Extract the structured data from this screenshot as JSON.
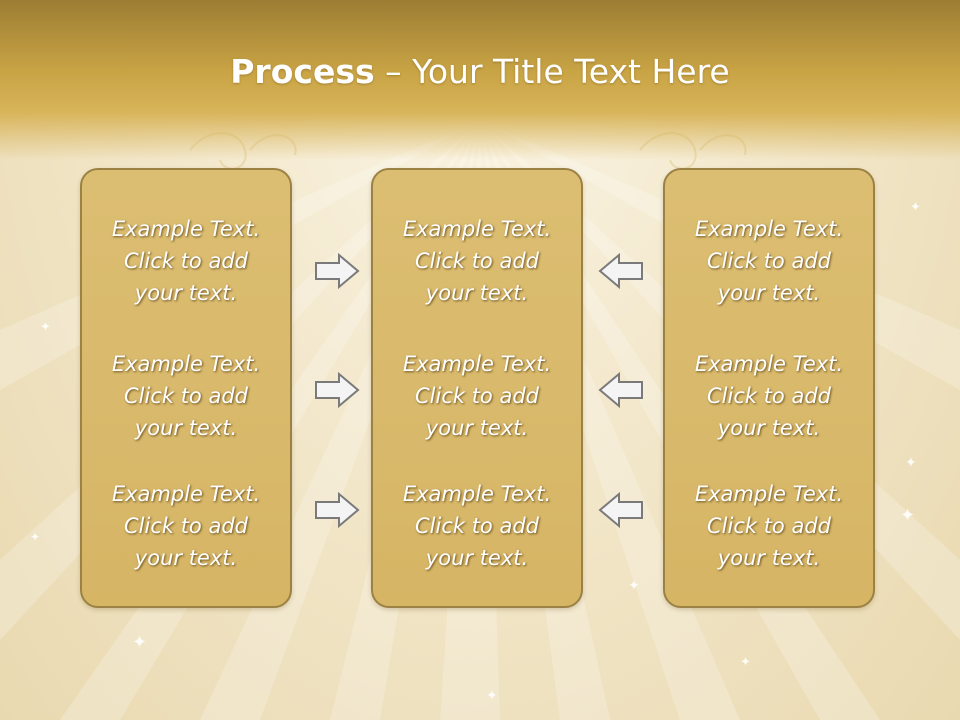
{
  "title": {
    "bold": "Process",
    "rest": " – Your Title Text Here"
  },
  "columns": [
    {
      "name": "left",
      "blocks": [
        [
          "Example Text.",
          "Click  to add",
          "your text."
        ],
        [
          "Example Text.",
          "Click  to add",
          "your text."
        ],
        [
          "Example Text.",
          "Click  to add",
          "your text."
        ]
      ]
    },
    {
      "name": "center",
      "blocks": [
        [
          "Example Text.",
          "Click  to add",
          "your text."
        ],
        [
          "Example Text.",
          "Click  to add",
          "your text."
        ],
        [
          "Example Text.",
          "Click  to add",
          "your text."
        ]
      ]
    },
    {
      "name": "right",
      "blocks": [
        [
          "Example Text.",
          "Click  to add",
          "your text."
        ],
        [
          "Example Text.",
          "Click  to add",
          "your text."
        ],
        [
          "Example Text.",
          "Click  to add",
          "your text."
        ]
      ]
    }
  ],
  "arrows": {
    "left_to_center": "right-arrow-icon",
    "right_to_center": "left-arrow-icon"
  },
  "colors": {
    "header": "#c9a445",
    "box_fill": "#dcbe72",
    "box_border": "#9b8244",
    "text": "#ffffff"
  }
}
